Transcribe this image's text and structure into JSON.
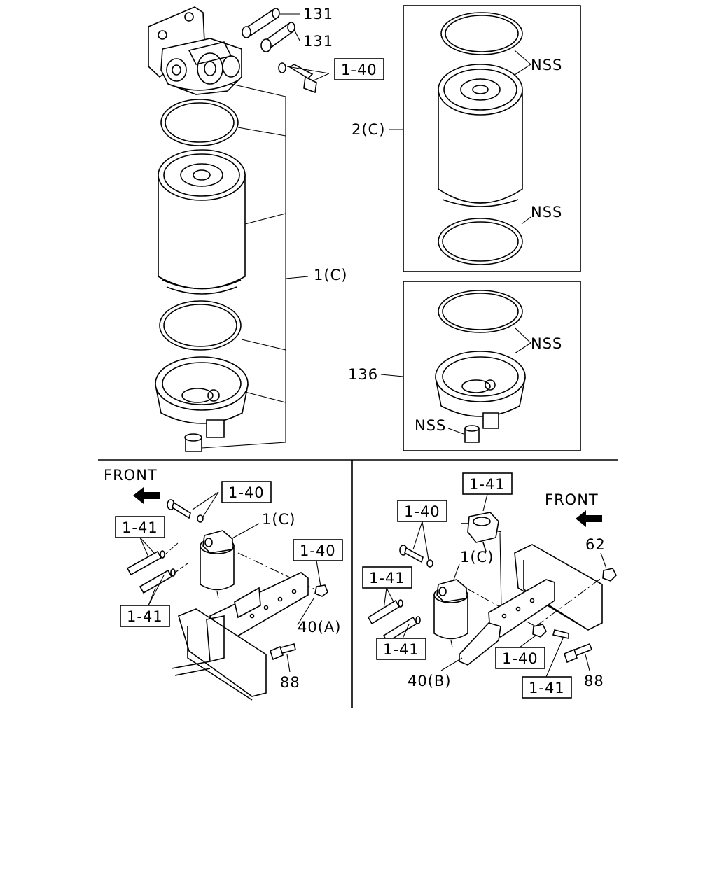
{
  "diagram": {
    "labels": {
      "part_131_a": "131",
      "part_131_b": "131",
      "ref_1_40_top": "1-40",
      "part_1c_main": "1(C)",
      "part_2c": "2(C)",
      "nss_2c_top": "NSS",
      "nss_2c_bottom": "NSS",
      "part_136": "136",
      "nss_136_ring": "NSS",
      "nss_136_plug": "NSS",
      "front_left": "FRONT",
      "ref_1_40_left_a": "1-40",
      "part_1c_left": "1(C)",
      "ref_1_41_left_a": "1-41",
      "ref_1_40_left_b": "1-40",
      "ref_1_41_left_b": "1-41",
      "part_40a": "40(A)",
      "part_88_left": "88",
      "ref_1_41_right_a": "1-41",
      "front_right": "FRONT",
      "ref_1_40_right_a": "1-40",
      "part_1c_right": "1(C)",
      "part_62": "62",
      "ref_1_41_right_b": "1-41",
      "ref_1_41_right_c": "1-41",
      "ref_1_40_right_b": "1-40",
      "part_40b": "40(B)",
      "ref_1_41_right_d": "1-41",
      "part_88_right": "88"
    }
  }
}
